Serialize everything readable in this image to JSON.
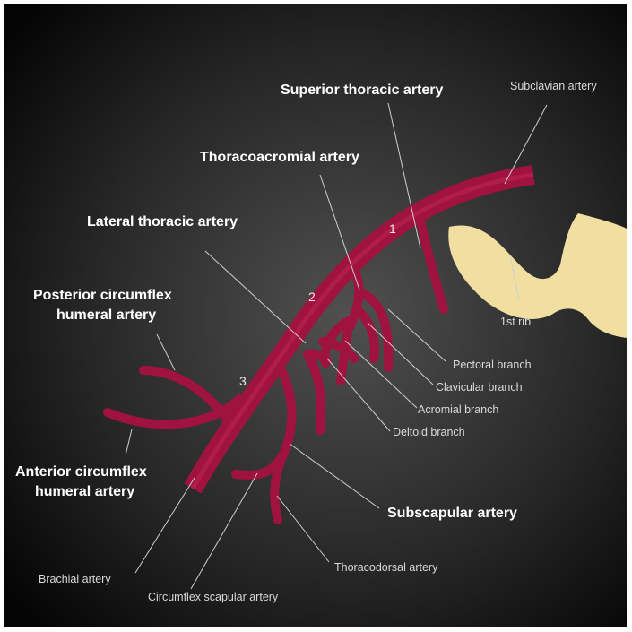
{
  "labels": {
    "superior_thoracic": "Superior thoracic artery",
    "subclavian": "Subclavian artery",
    "thoracoacromial": "Thoracoacromial artery",
    "lateral_thoracic": "Lateral thoracic artery",
    "posterior_circumflex_1": "Posterior circumflex",
    "posterior_circumflex_2": "humeral artery",
    "anterior_circumflex_1": "Anterior circumflex",
    "anterior_circumflex_2": "humeral artery",
    "first_rib": "1st rib",
    "pectoral_branch": "Pectoral branch",
    "clavicular_branch": "Clavicular branch",
    "acromial_branch": "Acromial branch",
    "deltoid_branch": "Deltoid branch",
    "subscapular": "Subscapular artery",
    "thoracodorsal": "Thoracodorsal artery",
    "brachial": "Brachial artery",
    "circumflex_scapular": "Circumflex scapular artery"
  },
  "part_numbers": {
    "one": "1",
    "two": "2",
    "three": "3"
  },
  "colors": {
    "artery": "#a0123f",
    "artery_dark": "#6e0a2a",
    "bone": "#f0dfa0",
    "background_center": "#4a4a4a",
    "background_edge": "#000000",
    "leader": "#cfcfcf"
  }
}
